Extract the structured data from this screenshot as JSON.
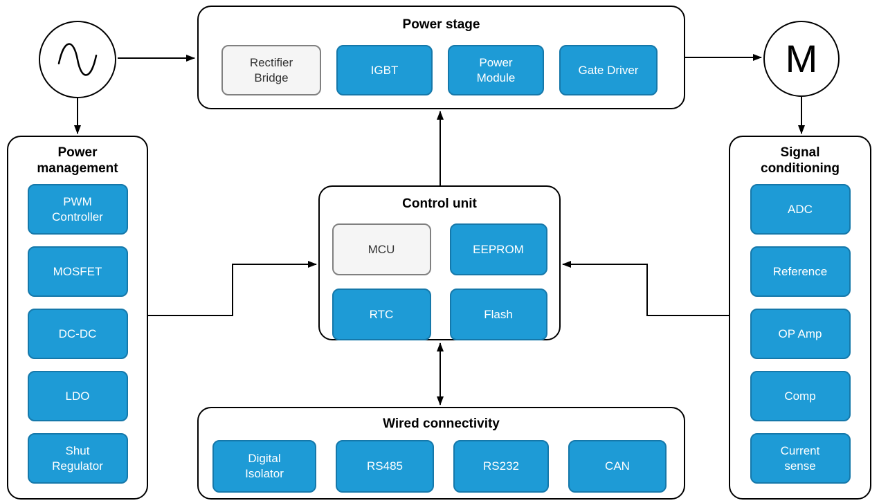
{
  "colors": {
    "node_fill": "#1e9bd6",
    "node_border": "#1578aa",
    "neutral_fill": "#f5f5f5",
    "neutral_border": "#808080",
    "line": "#000000",
    "background": "#ffffff"
  },
  "nodes": {
    "ac_source": {
      "icon": "sine-wave-icon"
    },
    "motor": {
      "label": "M"
    }
  },
  "groups": {
    "power_stage": {
      "title": "Power stage",
      "items": [
        {
          "label": "Rectifier\nBridge",
          "variant": "gray"
        },
        {
          "label": "IGBT",
          "variant": "blue"
        },
        {
          "label": "Power\nModule",
          "variant": "blue"
        },
        {
          "label": "Gate Driver",
          "variant": "blue"
        }
      ]
    },
    "power_management": {
      "title": "Power\nmanagement",
      "items": [
        {
          "label": "PWM\nController",
          "variant": "blue"
        },
        {
          "label": "MOSFET",
          "variant": "blue"
        },
        {
          "label": "DC-DC",
          "variant": "blue"
        },
        {
          "label": "LDO",
          "variant": "blue"
        },
        {
          "label": "Shut\nRegulator",
          "variant": "blue"
        }
      ]
    },
    "control_unit": {
      "title": "Control unit",
      "items": [
        {
          "label": "MCU",
          "variant": "gray"
        },
        {
          "label": "EEPROM",
          "variant": "blue"
        },
        {
          "label": "RTC",
          "variant": "blue"
        },
        {
          "label": "Flash",
          "variant": "blue"
        }
      ]
    },
    "signal_conditioning": {
      "title": "Signal\nconditioning",
      "items": [
        {
          "label": "ADC",
          "variant": "blue"
        },
        {
          "label": "Reference",
          "variant": "blue"
        },
        {
          "label": "OP Amp",
          "variant": "blue"
        },
        {
          "label": "Comp",
          "variant": "blue"
        },
        {
          "label": "Current\nsense",
          "variant": "blue"
        }
      ]
    },
    "wired_connectivity": {
      "title": "Wired connectivity",
      "items": [
        {
          "label": "Digital\nIsolator",
          "variant": "blue"
        },
        {
          "label": "RS485",
          "variant": "blue"
        },
        {
          "label": "RS232",
          "variant": "blue"
        },
        {
          "label": "CAN",
          "variant": "blue"
        }
      ]
    }
  }
}
